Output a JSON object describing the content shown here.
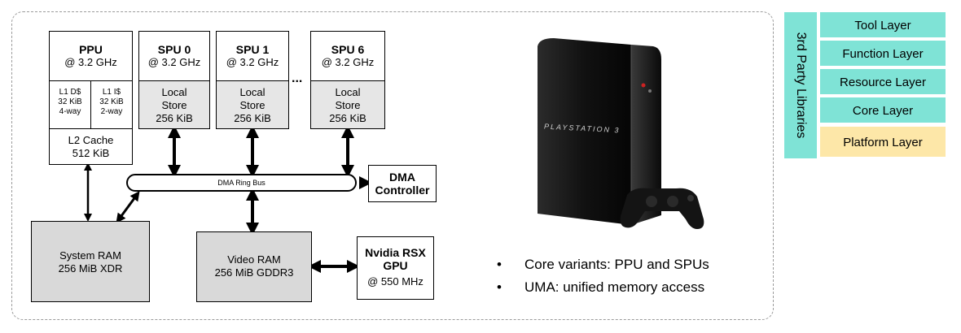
{
  "diagram": {
    "ppu": {
      "title": "PPU",
      "freq": "@ 3.2 GHz",
      "l1d": [
        "L1 D$",
        "32 KiB",
        "4-way"
      ],
      "l1i": [
        "L1 I$",
        "32 KiB",
        "2-way"
      ],
      "l2": [
        "L2 Cache",
        "512 KiB"
      ]
    },
    "spus": [
      {
        "title": "SPU 0",
        "freq": "@ 3.2 GHz",
        "store": [
          "Local",
          "Store",
          "256 KiB"
        ]
      },
      {
        "title": "SPU 1",
        "freq": "@ 3.2 GHz",
        "store": [
          "Local",
          "Store",
          "256 KiB"
        ]
      },
      {
        "title": "SPU 6",
        "freq": "@ 3.2 GHz",
        "store": [
          "Local",
          "Store",
          "256 KiB"
        ]
      }
    ],
    "ellipsis": "...",
    "bus": "DMA Ring Bus",
    "dma": [
      "DMA",
      "Controller"
    ],
    "system_ram": [
      "System RAM",
      "256 MiB XDR"
    ],
    "video_ram": [
      "Video RAM",
      "256 MiB GDDR3"
    ],
    "gpu": [
      "Nvidia RSX",
      "GPU",
      "@ 550 MHz"
    ]
  },
  "console_label": "PLAYSTATION 3",
  "bullets": [
    "Core variants: PPU and SPUs",
    "UMA: unified memory access"
  ],
  "bullet_glyph": "•",
  "engine": {
    "side_label": "3rd Party Libraries",
    "layers": [
      "Tool Layer",
      "Function Layer",
      "Resource Layer",
      "Core Layer",
      "Platform Layer"
    ]
  },
  "colors": {
    "teal": "#7fe3d6",
    "yellow": "#fde7a8",
    "gray": "#d9d9d9"
  }
}
